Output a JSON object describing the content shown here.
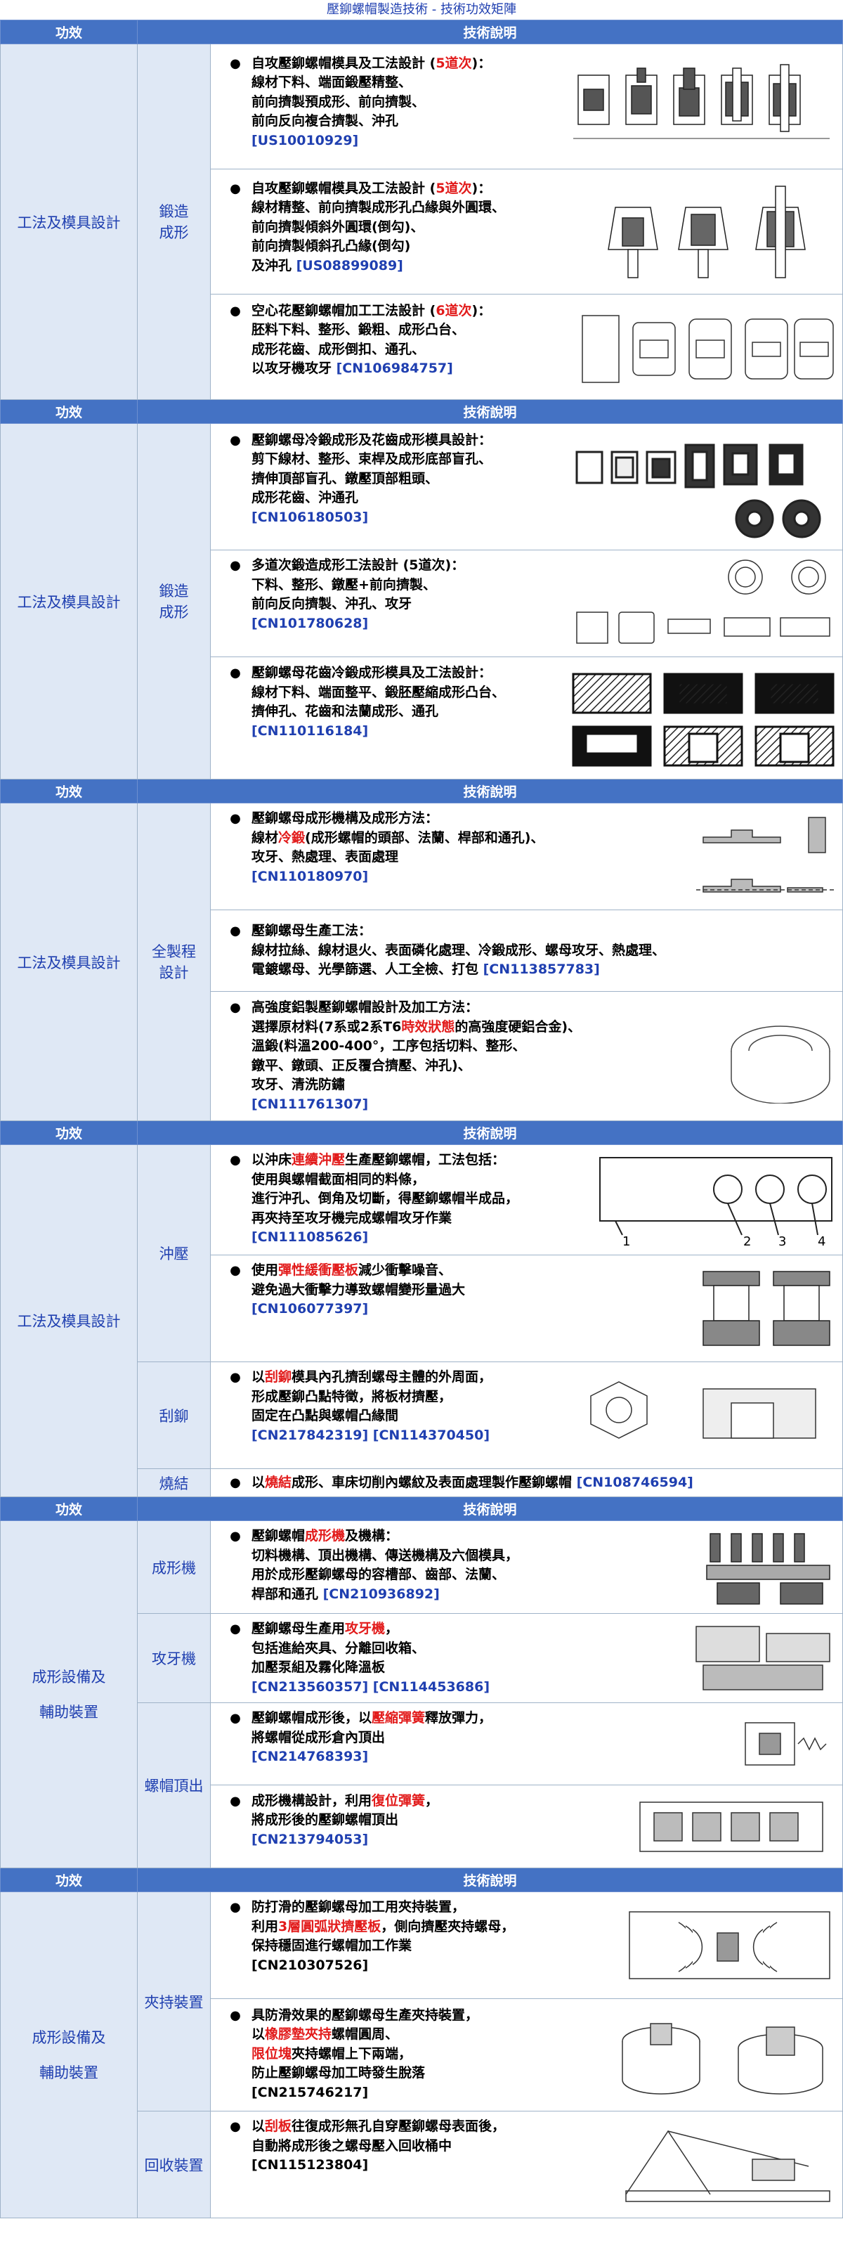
{
  "page_title": "壓鉚螺帽製造技術 - 技術功效矩陣",
  "header": {
    "col1": "功效",
    "col2": "技術說明"
  },
  "sections": [
    {
      "cat": "工法及模具設計",
      "subs": [
        {
          "name": "鍛造成形",
          "items": [
            {
              "l1a": "自攻壓鉚螺帽模具及工法設計 (",
              "hl": "5道次",
              "l1b": ")：",
              "l2": "線材下料、端面鍛壓精整、",
              "l3": "前向擠製預成形、前向擠製、",
              "l4": "前向反向複合擠製、沖孔",
              "ref": "[US10010929]"
            },
            {
              "l1a": "自攻壓鉚螺帽模具及工法設計 (",
              "hl": "5道次",
              "l1b": ")：",
              "l2": "線材精整、前向擠製成形孔凸緣與外圓環、",
              "l3": "前向擠製傾斜外圓環(倒勾)、",
              "l4": "前向擠製傾斜孔凸緣(倒勾)",
              "l5": "及沖孔 ",
              "ref": "[US08899089]"
            },
            {
              "l1a": "空心花壓鉚螺帽加工工法設計 (",
              "hl": "6道次",
              "l1b": ")：",
              "l2": "胚料下料、整形、鍛粗、成形凸台、",
              "l3": "成形花齒、成形倒扣、通孔、",
              "l4": "以攻牙機攻牙 ",
              "ref": "[CN106984757]"
            }
          ]
        }
      ]
    },
    {
      "cat": "工法及模具設計",
      "subs": [
        {
          "name": "鍛造成形",
          "items": [
            {
              "l1": "壓鉚螺母冷鍛成形及花齒成形模具設計：",
              "l2": "剪下線材、整形、束桿及成形底部盲孔、",
              "l3": "擠伸頂部盲孔、鐓壓頂部粗頭、",
              "l4": "成形花齒、沖通孔",
              "ref": "[CN106180503]"
            },
            {
              "l1": "多道次鍛造成形工法設計 (5道次)：",
              "l2": "下料、整形、鐓壓+前向擠製、",
              "l3": "前向反向擠製、沖孔、攻牙",
              "ref": "[CN101780628]"
            },
            {
              "l1": "壓鉚螺母花齒冷鍛成形模具及工法設計：",
              "l2": "線材下料、端面整平、鍛胚壓縮成形凸台、",
              "l3": "擠伸孔、花齒和法蘭成形、通孔",
              "ref": "[CN110116184]"
            }
          ]
        }
      ]
    },
    {
      "cat": "工法及模具設計",
      "subs": [
        {
          "name": "全製程設計",
          "items": [
            {
              "l1": "壓鉚螺母成形機構及成形方法：",
              "l2a": "線材",
              "hl": "冷鍛",
              "l2b": "(成形螺帽的頭部、法蘭、桿部和通孔)、",
              "l3": "攻牙、熱處理、表面處理",
              "ref": "[CN110180970]"
            },
            {
              "l1": "壓鉚螺母生產工法：",
              "l2": "線材拉絲、線材退火、表面磷化處理、冷鍛成形、螺母攻牙、熱處理、",
              "l3": "電鍍螺母、光學篩選、人工全檢、打包 ",
              "ref": "[CN113857783]"
            },
            {
              "l1": "高強度鋁製壓鉚螺帽設計及加工方法：",
              "l2a": "選擇原材料(7系或2系T6",
              "hl": "時效狀態",
              "l2b": "的高強度硬鋁合金)、",
              "l3": "溫鍛(料溫200-400°，工序包括切料、整形、",
              "l4": "鐓平、鐓頭、正反覆合擠壓、沖孔)、",
              "l5": "攻牙、清洗防鏽",
              "ref": "[CN111761307]"
            }
          ]
        }
      ]
    },
    {
      "cat": "工法及模具設計",
      "subs": [
        {
          "name": "沖壓",
          "items": [
            {
              "l1a": "以沖床",
              "hl": "連續沖壓",
              "l1b": "生產壓鉚螺帽，工法包括：",
              "l2": "使用與螺帽截面相同的料條，",
              "l3": "進行沖孔、倒角及切斷，得壓鉚螺帽半成品，",
              "l4": "再夾持至攻牙機完成螺帽攻牙作業",
              "ref": "[CN111085626]",
              "labels": [
                "1",
                "2",
                "3",
                "4"
              ]
            },
            {
              "l1a": "使用",
              "hl": "彈性緩衝壓板",
              "l1b": "減少衝擊噪音、",
              "l2": "避免過大衝擊力導致螺帽變形量過大",
              "ref": "[CN106077397]"
            }
          ]
        },
        {
          "name": "刮鉚",
          "items": [
            {
              "l1a": "以",
              "hl": "刮鉚",
              "l1b": "模具內孔擠刮螺母主體的外周面，",
              "l2": "形成壓鉚凸點特徵，將板材擠壓，",
              "l3": "固定在凸點與螺帽凸緣間",
              "ref": "[CN217842319] [CN114370450]"
            }
          ]
        },
        {
          "name": "燒結",
          "items": [
            {
              "l1a": "以",
              "hl": "燒結",
              "l1b": "成形、車床切削內螺紋及表面處理製作壓鉚螺帽 ",
              "ref": "[CN108746594]"
            }
          ]
        }
      ]
    },
    {
      "cat": "成形設備及輔助裝置",
      "subs": [
        {
          "name": "成形機",
          "items": [
            {
              "l1a": "壓鉚螺帽",
              "hl": "成形機",
              "l1b": "及機構：",
              "l2": "切料機構、頂出機構、傳送機構及六個模具，",
              "l3": "用於成形壓鉚螺母的容槽部、齒部、法蘭、",
              "l4": "桿部和通孔 ",
              "ref": "[CN210936892]"
            }
          ]
        },
        {
          "name": "攻牙機",
          "items": [
            {
              "l1a": "壓鉚螺母生產用",
              "hl": "攻牙機",
              "l1b": "，",
              "l2": "包括進給夾具、分離回收箱、",
              "l3": "加壓泵組及霧化降溫板",
              "ref": "[CN213560357] [CN114453686]"
            }
          ]
        },
        {
          "name": "螺帽頂出",
          "items": [
            {
              "l1a": "壓鉚螺帽成形後，以",
              "hl": "壓縮彈簧",
              "l1b": "釋放彈力，",
              "l2": "將螺帽從成形倉內頂出",
              "ref": "[CN214768393]"
            },
            {
              "l1a": "成形機構設計，利用",
              "hl": "復位彈簧",
              "l1b": "，",
              "l2": "將成形後的壓鉚螺帽頂出",
              "ref": "[CN213794053]"
            }
          ]
        }
      ]
    },
    {
      "cat": "成形設備及輔助裝置",
      "subs": [
        {
          "name": "夾持裝置",
          "items": [
            {
              "l1": "防打滑的壓鉚螺母加工用夾持裝置，",
              "l2a": "利用",
              "hl": "3層圓弧狀擠壓板",
              "l2b": "，側向擠壓夾持螺母，",
              "l3": "保持穩固進行螺帽加工作業",
              "ref": "[CN210307526]"
            },
            {
              "l1": "具防滑效果的壓鉚螺母生產夾持裝置，",
              "l2a": "以",
              "hl": "橡膠墊夾持",
              "l2b": "螺帽圓周、",
              "hl2": "限位塊",
              "l3b": "夾持螺帽上下兩端，",
              "l4": "防止壓鉚螺母加工時發生脫落",
              "ref": "[CN215746217]"
            }
          ]
        },
        {
          "name": "回收裝置",
          "items": [
            {
              "l1a": "以",
              "hl": "刮板",
              "l1b": "往復成形無孔自穿壓鉚螺母表面後，",
              "l2": "自動將成形後之螺母壓入回收桶中",
              "ref": "[CN115123804]"
            }
          ]
        }
      ]
    }
  ]
}
